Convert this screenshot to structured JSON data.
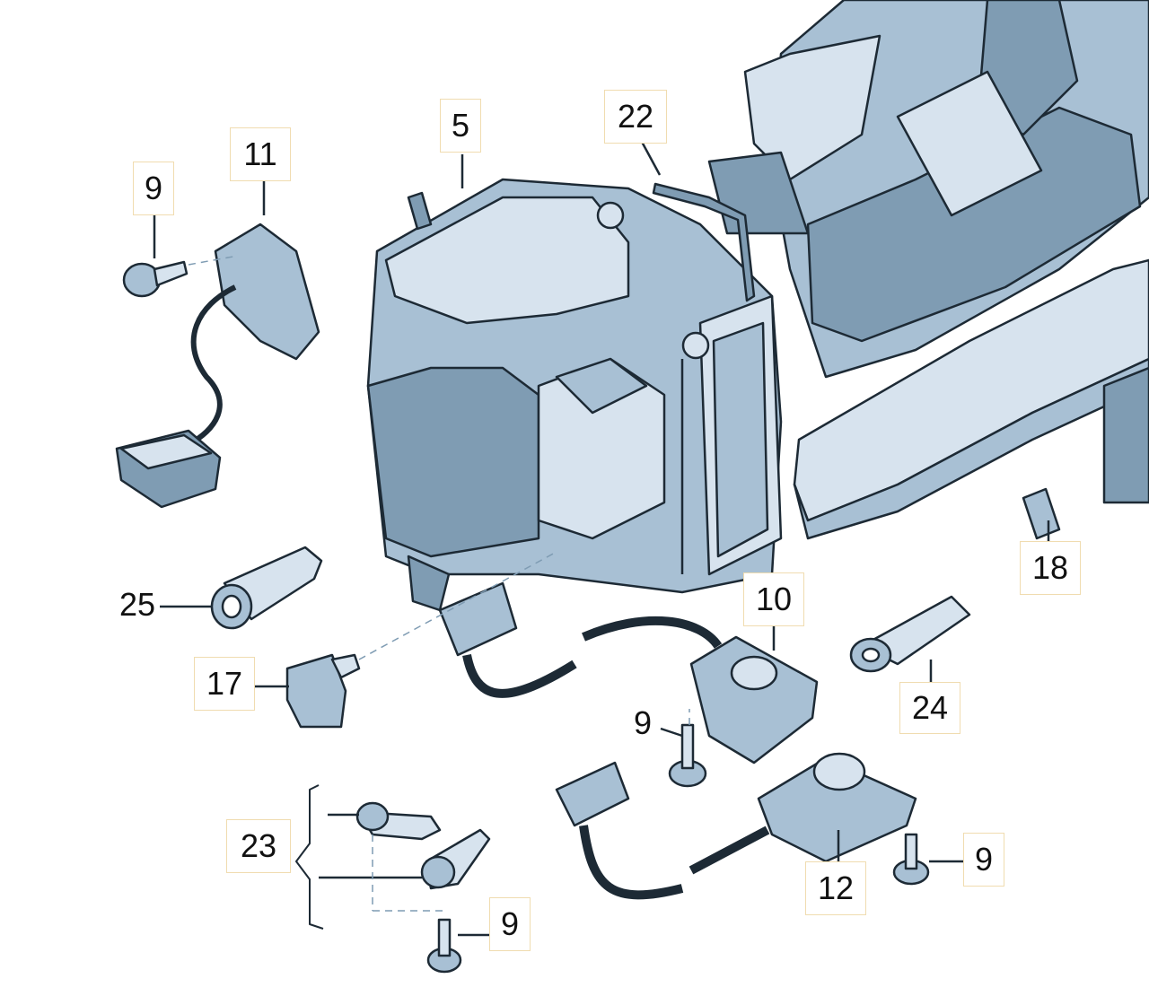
{
  "colors": {
    "part_fill": "#a8c0d4",
    "part_fill_dark": "#7f9cb3",
    "part_fill_light": "#d7e3ee",
    "outline": "#1d2a35",
    "callout_border": "#f0dcb0"
  },
  "callouts": {
    "c5": "5",
    "c22": "22",
    "c11": "11",
    "c9a": "9",
    "c25": "25",
    "c17": "17",
    "c10": "10",
    "c9b": "9",
    "c24": "24",
    "c18": "18",
    "c23": "23",
    "c9c": "9",
    "c12": "12",
    "c9d": "9"
  },
  "parts": [
    {
      "id": "5",
      "name": "heater-housing"
    },
    {
      "id": "22",
      "name": "seal"
    },
    {
      "id": "11",
      "name": "sensor-cover"
    },
    {
      "id": "9",
      "name": "screw"
    },
    {
      "id": "25",
      "name": "lever"
    },
    {
      "id": "17",
      "name": "connector-plug"
    },
    {
      "id": "10",
      "name": "servo-motor"
    },
    {
      "id": "24",
      "name": "lever"
    },
    {
      "id": "18",
      "name": "clip"
    },
    {
      "id": "23",
      "name": "lever-set"
    },
    {
      "id": "12",
      "name": "servo-motor"
    }
  ]
}
